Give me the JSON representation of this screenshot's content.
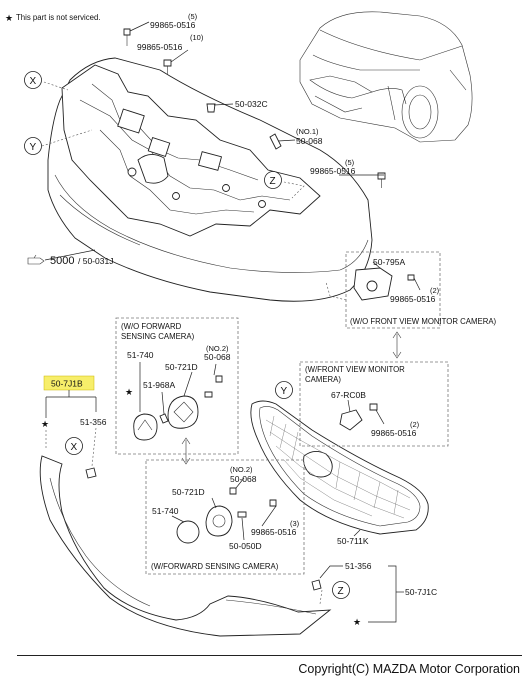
{
  "note": {
    "star": "★",
    "text": "This part is not serviced."
  },
  "callouts": {
    "x": "X",
    "y": "Y",
    "z": "Z"
  },
  "parts": {
    "p99865_0516_5_qty": "(5)",
    "p99865_0516_a": "99865-0516",
    "p99865_0516_10_qty": "(10)",
    "p99865_0516_b": "99865-0516",
    "p50_032c": "50-032C",
    "p50_068_no1_qty": "(NO.1)",
    "p50_068_a": "50-068",
    "p99865_0516_c_qty": "(5)",
    "p99865_0516_c": "99865-0516",
    "p5000": "5000",
    "p50_031j": "/ 50-031J",
    "p50_795a": "50-795A",
    "p99865_0516_d": "99865-0516",
    "p99865_0516_d_qty": "(2)",
    "p51_740_a": "51-740",
    "p50_721d_a": "50-721D",
    "p50_068_no2_qty_a": "(NO.2)",
    "p50_068_b": "50-068",
    "p51_968a": "51-968A",
    "p50_7j1b": "50-7J1B",
    "p51_356_a": "51-356",
    "p67_rc0b": "67-RC0B",
    "p99865_0516_e": "99865-0516",
    "p99865_0516_e_qty": "(2)",
    "p50_068_no2_qty_b": "(NO.2)",
    "p50_068_c": "50-068",
    "p50_721d_b": "50-721D",
    "p51_740_b": "51-740",
    "p99865_0516_f": "99865-0516",
    "p99865_0516_f_qty": "(3)",
    "p50_050d": "50-050D",
    "p50_711k": "50-711K",
    "p51_356_b": "51-356",
    "p50_7j1c": "50-7J1C"
  },
  "boxes": {
    "wo_front_view_camera": "(W/O FRONT VIEW MONITOR CAMERA)",
    "wo_forward_sensing_l1": "(W/O FORWARD",
    "wo_forward_sensing_l2": "SENSING CAMERA)",
    "w_front_view_l1": "(W/FRONT VIEW MONITOR",
    "w_front_view_l2": "CAMERA)",
    "w_forward_sensing": "(W/FORWARD SENSING CAMERA)"
  },
  "highlight_color": "#f7ee6a",
  "copyright": "Copyright(C) MAZDA Motor Corporation"
}
